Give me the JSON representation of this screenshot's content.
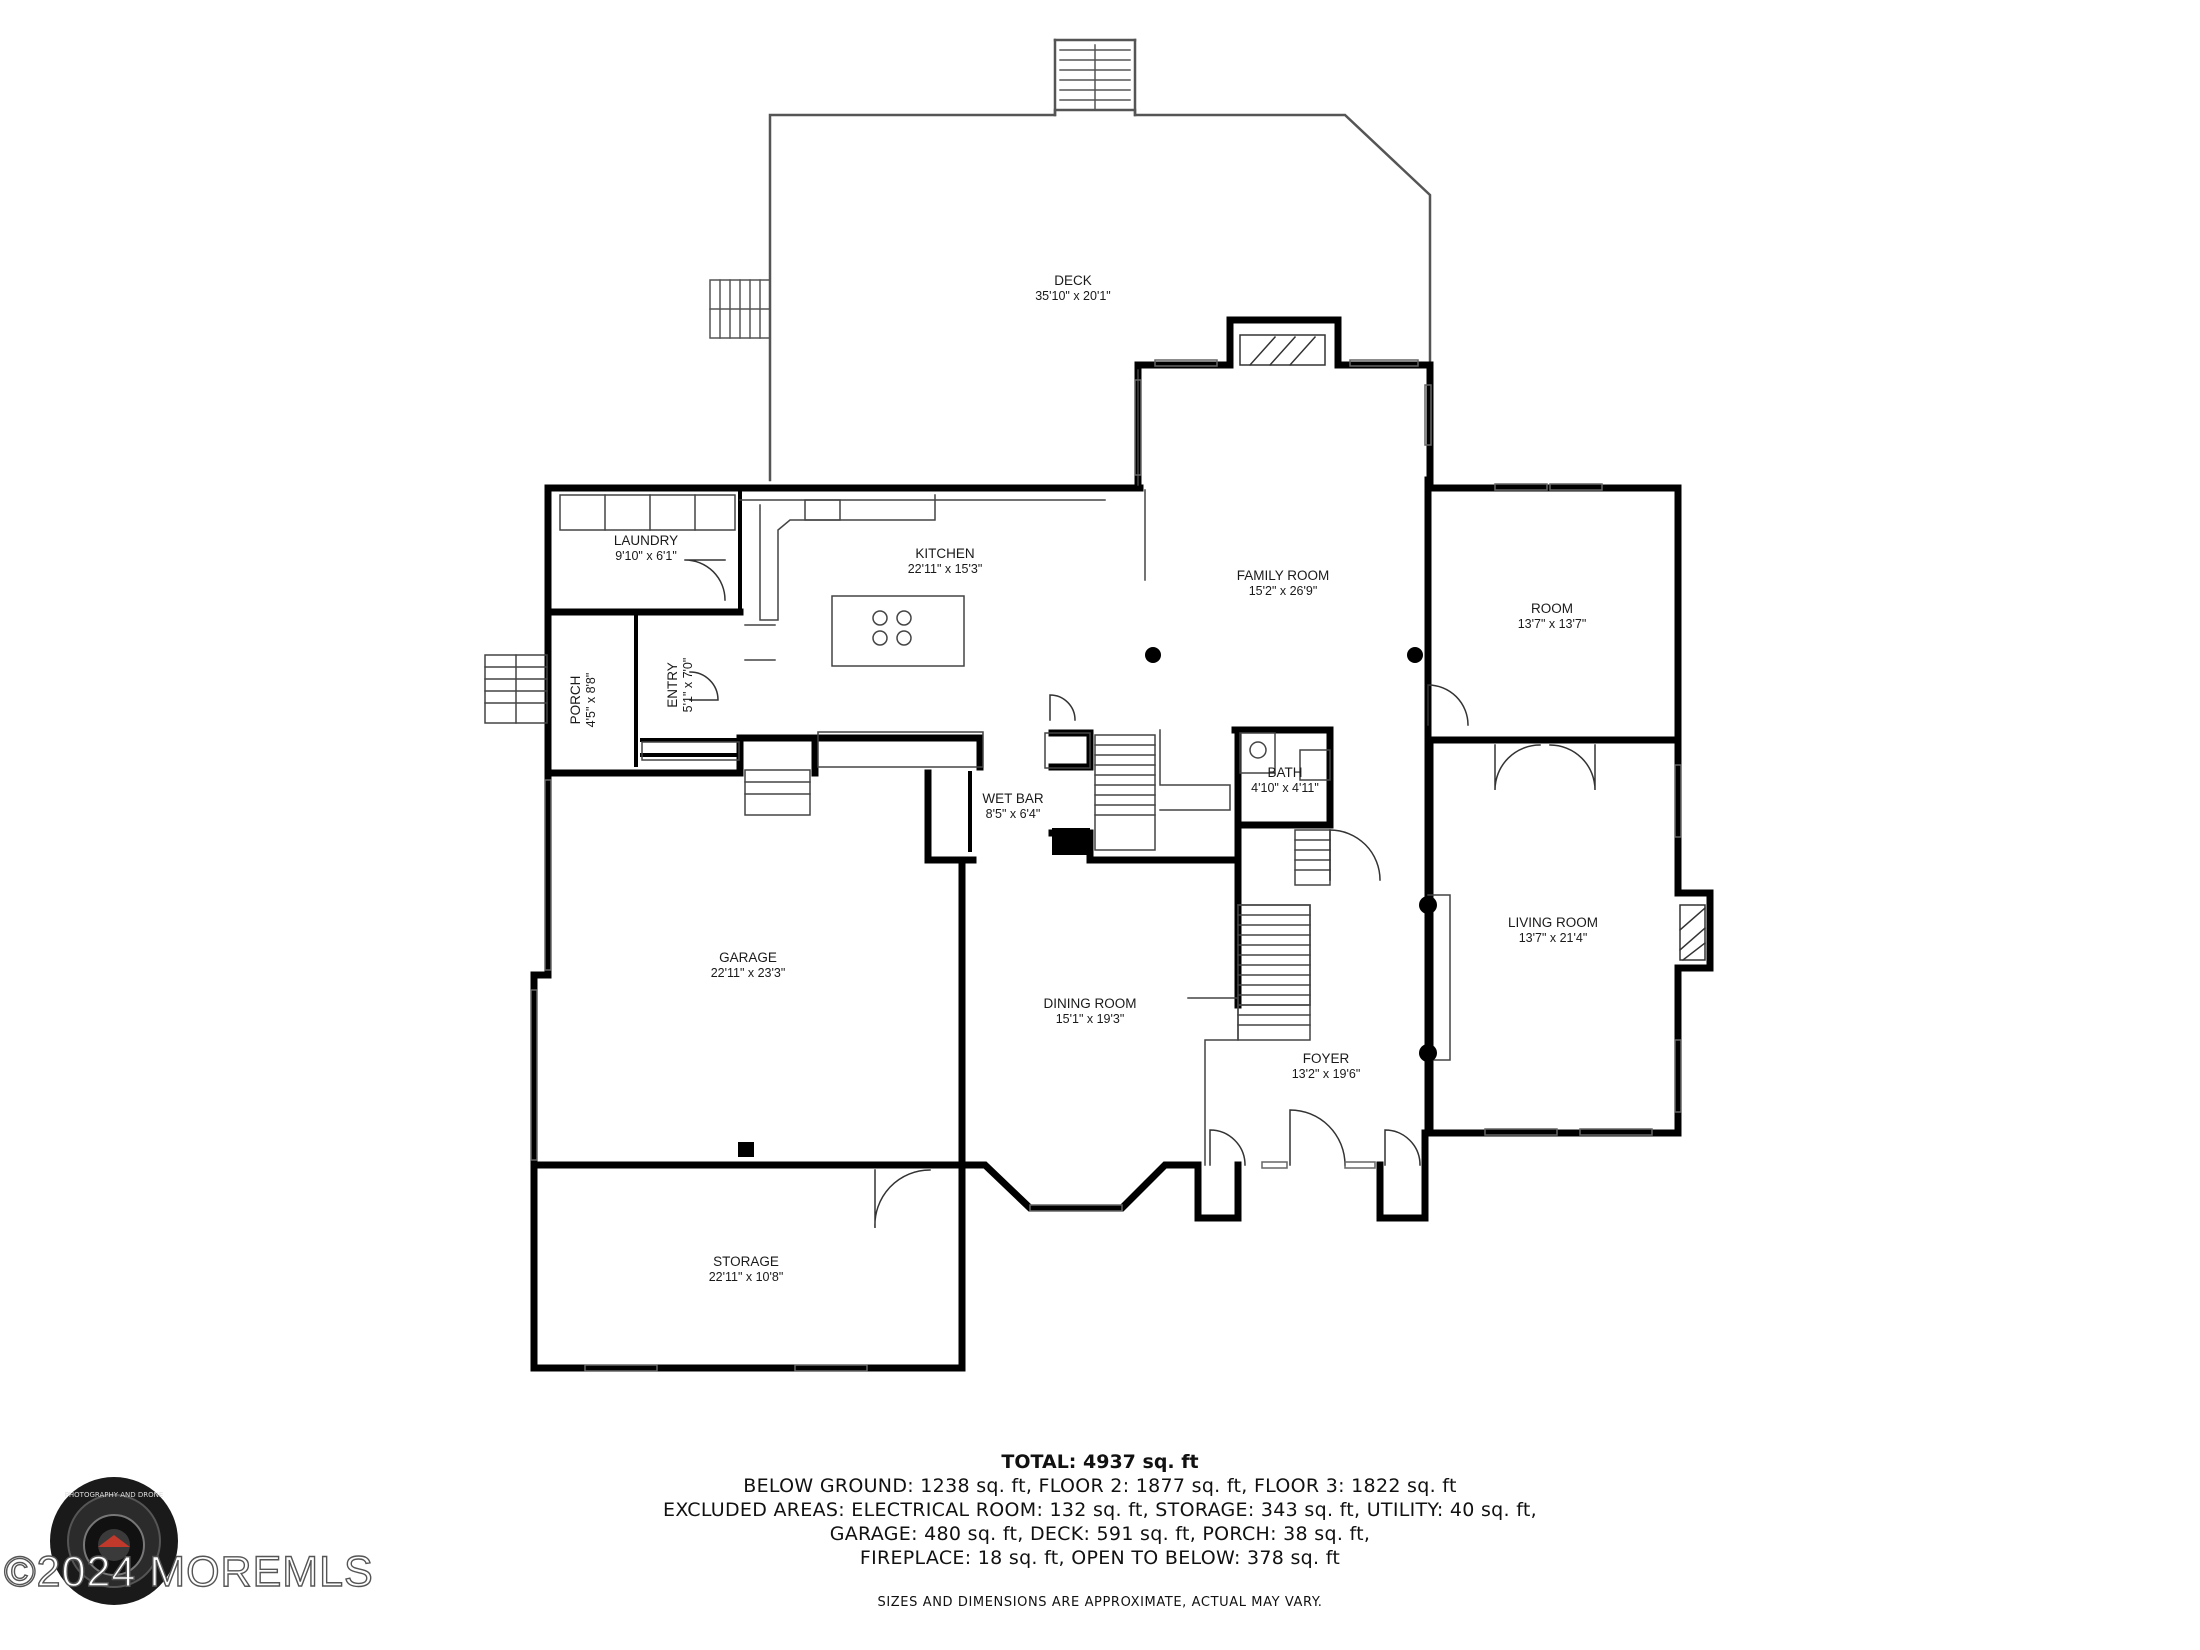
{
  "rooms": {
    "deck": {
      "name": "DECK",
      "dims": "35'10\" x 20'1\""
    },
    "kitchen": {
      "name": "KITCHEN",
      "dims": "22'11\" x 15'3\""
    },
    "laundry": {
      "name": "LAUNDRY",
      "dims": "9'10\" x 6'1\""
    },
    "family_room": {
      "name": "FAMILY ROOM",
      "dims": "15'2\" x 26'9\""
    },
    "room": {
      "name": "ROOM",
      "dims": "13'7\" x 13'7\""
    },
    "porch": {
      "name": "PORCH",
      "dims": "4'5\" x 8'8\""
    },
    "entry": {
      "name": "ENTRY",
      "dims": "5'1\" x 7'0\""
    },
    "bath": {
      "name": "BATH",
      "dims": "4'10\" x 4'11\""
    },
    "wet_bar": {
      "name": "WET BAR",
      "dims": "8'5\" x 6'4\""
    },
    "living_room": {
      "name": "LIVING ROOM",
      "dims": "13'7\" x 21'4\""
    },
    "garage": {
      "name": "GARAGE",
      "dims": "22'11\" x 23'3\""
    },
    "dining_room": {
      "name": "DINING ROOM",
      "dims": "15'1\" x 19'3\""
    },
    "foyer": {
      "name": "FOYER",
      "dims": "13'2\" x 19'6\""
    },
    "storage": {
      "name": "STORAGE",
      "dims": "22'11\" x 10'8\""
    }
  },
  "summary": {
    "total": "TOTAL: 4937 sq. ft",
    "line1": "BELOW GROUND: 1238 sq. ft, FLOOR 2: 1877 sq. ft, FLOOR 3: 1822 sq. ft",
    "line2": "EXCLUDED AREAS: ELECTRICAL ROOM: 132 sq. ft, STORAGE: 343 sq. ft, UTILITY: 40 sq. ft,",
    "line3": "GARAGE: 480 sq. ft, DECK: 591 sq. ft, PORCH: 38 sq. ft,",
    "line4": "FIREPLACE: 18 sq. ft, OPEN TO BELOW: 378 sq. ft",
    "disclaimer": "SIZES AND DIMENSIONS ARE APPROXIMATE, ACTUAL MAY VARY."
  },
  "watermark": "©2024 MOREMLS",
  "logo_text": "PHOTOGRAPHY AND DRONE",
  "colors": {
    "wall": "#000000",
    "thin_line": "#444444",
    "background": "#ffffff"
  }
}
